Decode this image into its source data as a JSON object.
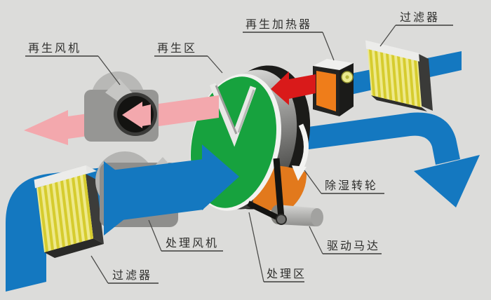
{
  "diagram": {
    "labels": {
      "regen_fan": "再生风机",
      "regen_zone": "再生区",
      "regen_heater": "再生加热器",
      "filter_top": "过滤器",
      "wheel": "除湿转轮",
      "drive_motor": "驱动马达",
      "process_zone": "处理区",
      "process_fan": "处理风机",
      "filter_bottom": "过滤器"
    },
    "colors": {
      "background": "#dcdcda",
      "process_air_blue": "#1478c0",
      "regen_exhaust_pink": "#f3a8ad",
      "hot_air_red": "#d91a1a",
      "wheel_green": "#17a23e",
      "wheel_sector_orange": "#e2791c",
      "heater_panel_orange": "#ef7d1a",
      "filter_pleats_yellow": "#d6cc2e",
      "component_gray": "#969694",
      "belt_black": "#141412",
      "label_ink": "#2e2e2c"
    }
  }
}
